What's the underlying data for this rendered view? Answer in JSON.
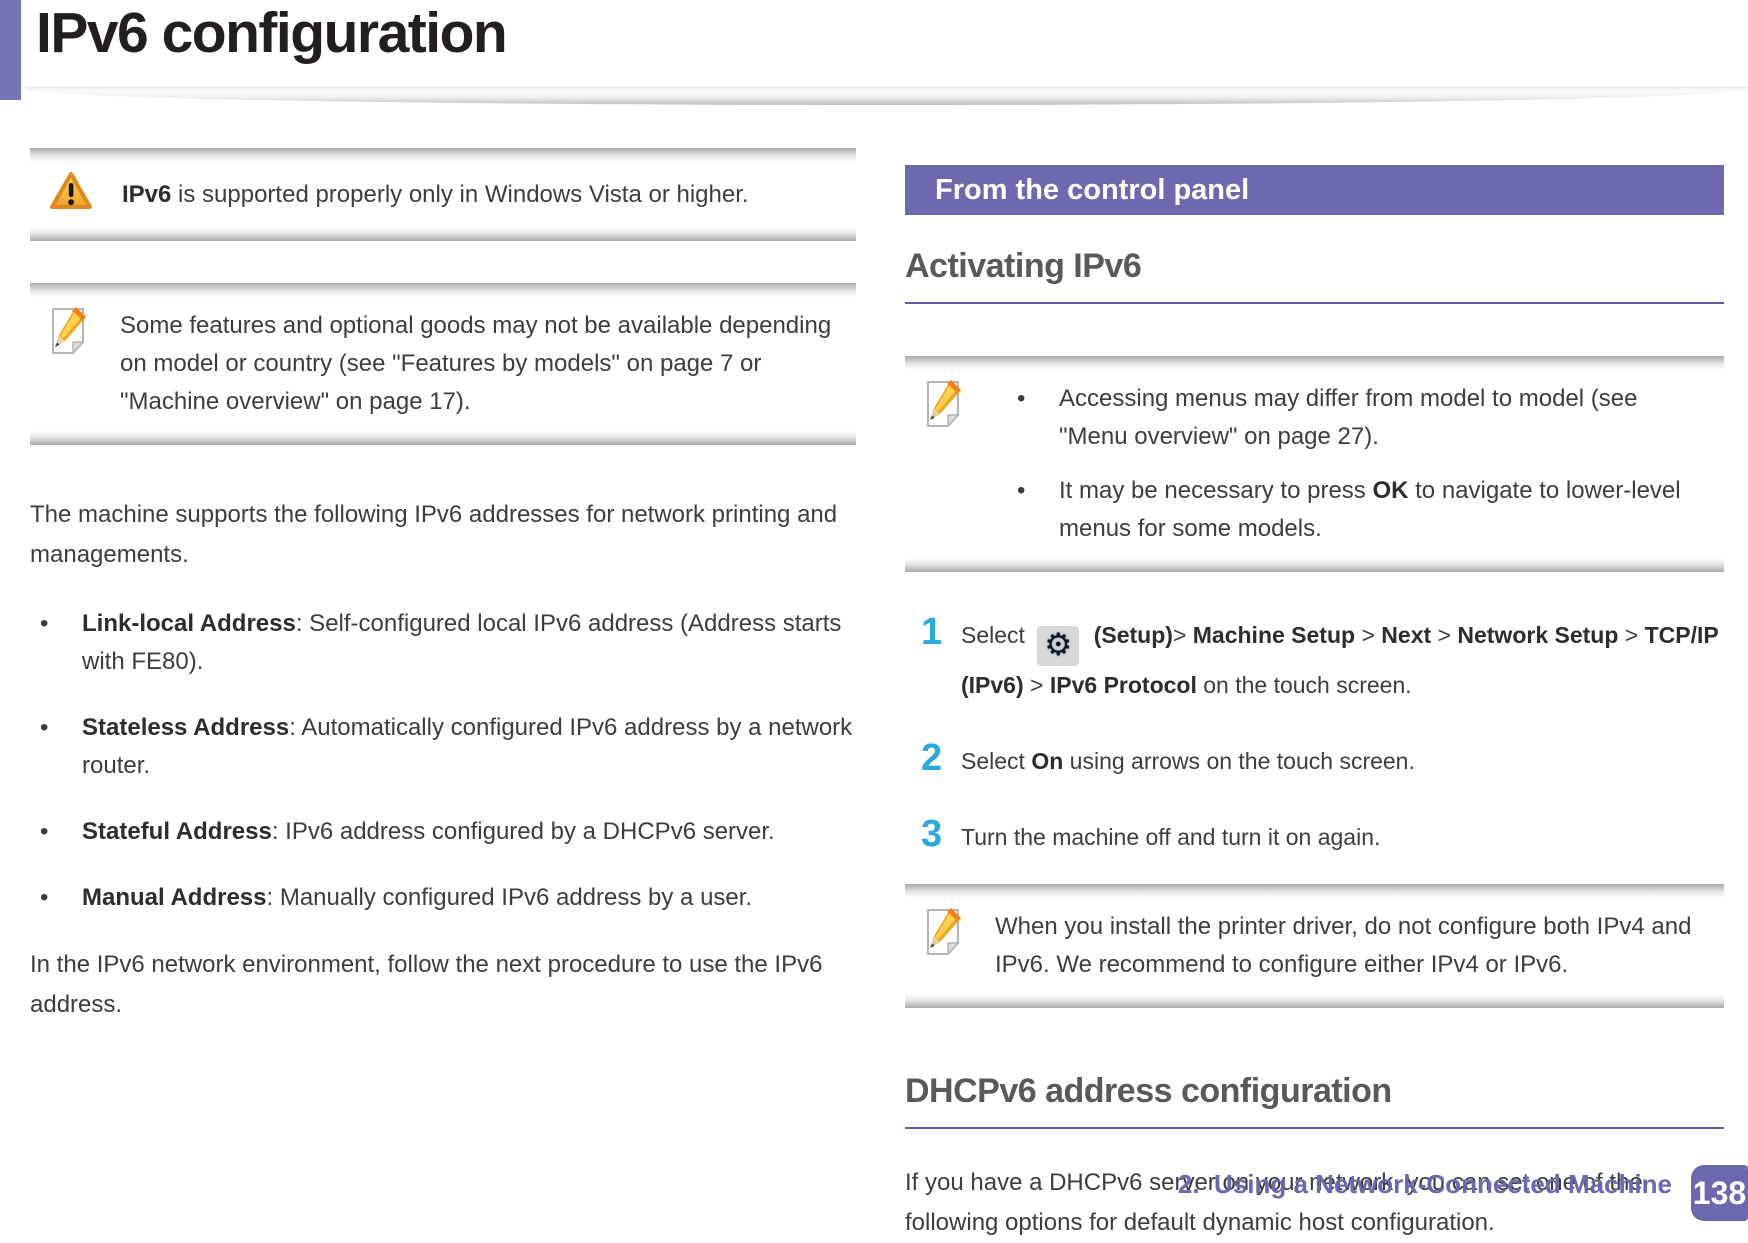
{
  "page": {
    "title": "IPv6 configuration",
    "footer": {
      "chapter": "2.  Using a Network-Connected Machine",
      "page_number": "138"
    }
  },
  "colors": {
    "purple_band": "#6c69af",
    "accent_bar": "#7573b5",
    "step_number_blue": "#29a9e0",
    "heading_gray": "#595959"
  },
  "icons": {
    "warning": "exclamation-triangle",
    "note": "pencil-on-paper",
    "setup": "gear",
    "setup_glyph": "⚙"
  },
  "left_column": {
    "warning_note": {
      "parts": [
        {
          "text": "IPv6",
          "bold": true
        },
        {
          "text": " is supported properly only in Windows Vista or higher.",
          "bold": false
        }
      ]
    },
    "info_note": {
      "parts": [
        {
          "text": "Some features and optional goods may not be available depending on model or country (see \"Features by models\" on page 7 or \"Machine overview\" on page 17).",
          "bold": false
        }
      ]
    },
    "intro": "The machine supports the following IPv6 addresses for network printing and managements.",
    "bullets": [
      {
        "parts": [
          {
            "text": "Link-local Address",
            "bold": true
          },
          {
            "text": ": Self-configured local IPv6 address (Address starts with FE80).",
            "bold": false
          }
        ]
      },
      {
        "parts": [
          {
            "text": "Stateless Address",
            "bold": true
          },
          {
            "text": ": Automatically configured IPv6 address by a network router.",
            "bold": false
          }
        ]
      },
      {
        "parts": [
          {
            "text": "Stateful Address",
            "bold": true
          },
          {
            "text": ": IPv6 address configured by a DHCPv6 server.",
            "bold": false
          }
        ]
      },
      {
        "parts": [
          {
            "text": "Manual Address",
            "bold": true
          },
          {
            "text": ": Manually configured IPv6 address by a user.",
            "bold": false
          }
        ]
      }
    ],
    "outro": "In the IPv6 network environment, follow the next procedure to use the IPv6 address."
  },
  "right_column": {
    "section_banner": "From the control panel",
    "activating": {
      "heading": "Activating IPv6",
      "note_bullets": [
        {
          "parts": [
            {
              "text": "Accessing menus may differ from model to model (see \"Menu overview\" on page 27).",
              "bold": false
            }
          ]
        },
        {
          "parts": [
            {
              "text": "It may be necessary to press ",
              "bold": false
            },
            {
              "text": "OK",
              "bold": true
            },
            {
              "text": " to navigate to lower-level menus for some models.",
              "bold": false
            }
          ]
        }
      ],
      "steps": [
        {
          "number": "1",
          "parts": [
            {
              "text": "Select ",
              "bold": false
            },
            {
              "icon": "setup-gear"
            },
            {
              "text": "(Setup)",
              "bold": true
            },
            {
              "text": "> ",
              "bold": false
            },
            {
              "text": "Machine Setup",
              "bold": true
            },
            {
              "text": " > ",
              "bold": false
            },
            {
              "text": "Next",
              "bold": true
            },
            {
              "text": " > ",
              "bold": false
            },
            {
              "text": "Network Setup",
              "bold": true
            },
            {
              "text": " > ",
              "bold": false
            },
            {
              "text": "TCP/IP (IPv6)",
              "bold": true
            },
            {
              "text": " > ",
              "bold": false
            },
            {
              "text": "IPv6 Protocol",
              "bold": true
            },
            {
              "text": " on the touch screen.",
              "bold": false
            }
          ]
        },
        {
          "number": "2",
          "parts": [
            {
              "text": "Select ",
              "bold": false
            },
            {
              "text": "On",
              "bold": true
            },
            {
              "text": " using arrows on the touch screen.",
              "bold": false
            }
          ]
        },
        {
          "number": "3",
          "parts": [
            {
              "text": "Turn the machine off and turn it on again.",
              "bold": false
            }
          ]
        }
      ],
      "closing_note": {
        "parts": [
          {
            "text": "When you install the printer driver, do not configure both IPv4 and IPv6. We recommend to configure either IPv4 or IPv6.",
            "bold": false
          }
        ]
      }
    },
    "dhcpv6": {
      "heading": "DHCPv6 address configuration",
      "intro": "If you have a DHCPv6 server on your network, you can set one of the following options for default dynamic host configuration."
    }
  }
}
